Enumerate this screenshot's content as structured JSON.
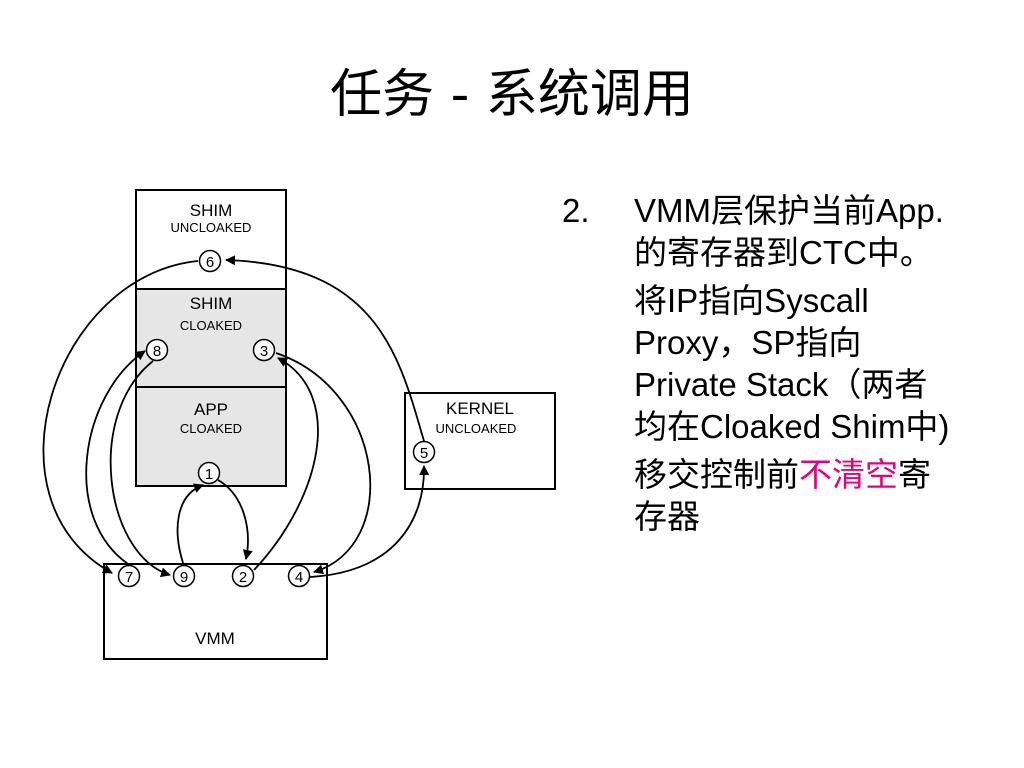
{
  "title": "任务 - 系统调用",
  "diagram": {
    "boxes": {
      "shim_uncloaked": {
        "name": "SHIM",
        "state": "UNCLOAKED"
      },
      "shim_cloaked": {
        "name": "SHIM",
        "state": "CLOAKED"
      },
      "app_cloaked": {
        "name": "APP",
        "state": "CLOAKED"
      },
      "kernel_uncloaked": {
        "name": "KERNEL",
        "state": "UNCLOAKED"
      },
      "vmm": {
        "name": "VMM"
      }
    },
    "steps": [
      "1",
      "2",
      "3",
      "4",
      "5",
      "6",
      "7",
      "8",
      "9"
    ],
    "colors": {
      "cloaked_fill": "#e6e6e6",
      "stroke": "#000000"
    }
  },
  "content": {
    "item_number": "2.",
    "lines": [
      "VMM层保护当前App.",
      "的寄存器到CTC中。"
    ],
    "para2_lines": [
      "将IP指向Syscall",
      "Proxy，SP指向",
      "Private Stack（两者",
      "均在Cloaked Shim中)"
    ],
    "para3": {
      "before": "移交控制前",
      "highlight": "不清空",
      "after": "寄",
      "line2": "存器"
    },
    "highlight_color": "#e6007e"
  }
}
